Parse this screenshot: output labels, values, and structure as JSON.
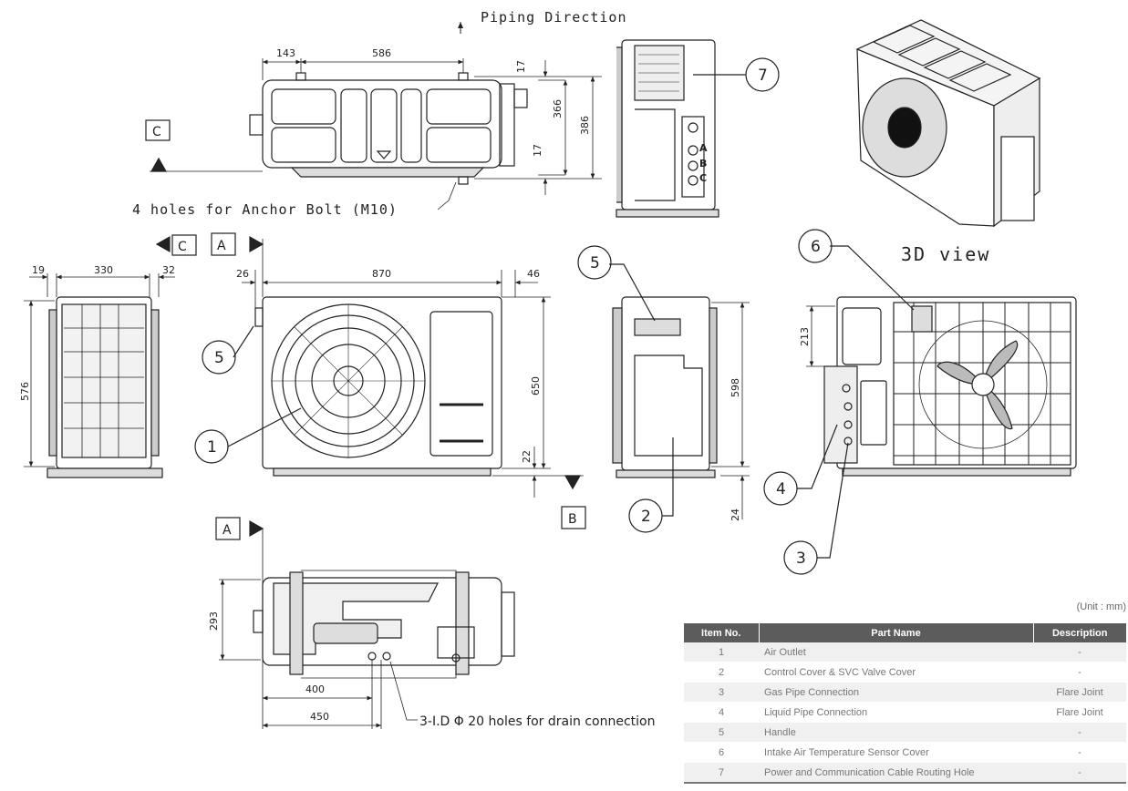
{
  "header": {
    "piping_direction": "Piping Direction"
  },
  "top_view": {
    "dim_143": "143",
    "dim_586": "586",
    "dim_17a": "17",
    "dim_366": "366",
    "dim_386": "386",
    "dim_17b": "17",
    "section_c": "C",
    "anchor_note": "4 holes for Anchor Bolt (M10)"
  },
  "side_view": {
    "dim_19": "19",
    "dim_330": "330",
    "dim_32": "32",
    "dim_576": "576"
  },
  "front_view": {
    "marker_c": "C",
    "marker_a": "A",
    "dim_26": "26",
    "dim_870": "870",
    "dim_46": "46",
    "dim_650": "650",
    "dim_22": "22",
    "marker_b": "B"
  },
  "right_view": {
    "dim_598": "598",
    "dim_24": "24"
  },
  "rear_view": {
    "dim_213": "213"
  },
  "view3d_label": "3D view",
  "bottom_view": {
    "marker_a": "A",
    "dim_293": "293",
    "dim_400": "400",
    "dim_450": "450",
    "drain_note": "3-I.D Φ 20 holes for drain connection"
  },
  "callouts": {
    "c1": "1",
    "c2": "2",
    "c3": "3",
    "c4": "4",
    "c5a": "5",
    "c5b": "5",
    "c6": "6",
    "c7": "7"
  },
  "unit_label": "(Unit : mm)",
  "parts_table": {
    "headers": {
      "item": "Item No.",
      "name": "Part Name",
      "desc": "Description"
    },
    "rows": [
      {
        "no": "1",
        "name": "Air Outlet",
        "desc": "-"
      },
      {
        "no": "2",
        "name": "Control Cover & SVC Valve Cover",
        "desc": "-"
      },
      {
        "no": "3",
        "name": "Gas Pipe Connection",
        "desc": "Flare Joint"
      },
      {
        "no": "4",
        "name": "Liquid Pipe Connection",
        "desc": "Flare Joint"
      },
      {
        "no": "5",
        "name": "Handle",
        "desc": "-"
      },
      {
        "no": "6",
        "name": "Intake Air Temperature Sensor Cover",
        "desc": "-"
      },
      {
        "no": "7",
        "name": "Power and Communication Cable Routing Hole",
        "desc": "-"
      }
    ]
  }
}
